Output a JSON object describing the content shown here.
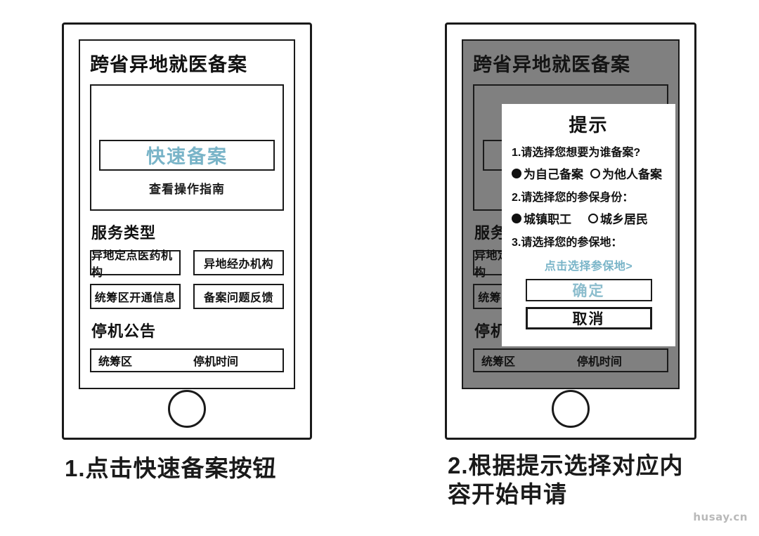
{
  "colors": {
    "accent_teal": "#79b4c8",
    "ink": "#1a1a1a",
    "overlay_gray": "#808080",
    "watermark": "#b9b9b9"
  },
  "watermark": {
    "text": "husay.cn"
  },
  "app": {
    "title": "跨省异地就医备案",
    "quick_filing_button": "快速备案",
    "guide_link": "查看操作指南",
    "service_section_title": "服务类型",
    "service_buttons": [
      "异地定点医药机构",
      "异地经办机构",
      "统筹区开通信息",
      "备案问题反馈"
    ],
    "notice_section_title": "停机公告",
    "notice_columns": [
      "统筹区",
      "停机时间"
    ]
  },
  "dialog": {
    "title": "提示",
    "question1": "1.请选择您想要为谁备案?",
    "q1_options": [
      {
        "label": "为自己备案",
        "selected": true
      },
      {
        "label": "为他人备案",
        "selected": false
      }
    ],
    "question2": "2.请选择您的参保身份：",
    "q2_options": [
      {
        "label": "城镇职工",
        "selected": true
      },
      {
        "label": "城乡居民",
        "selected": false
      }
    ],
    "question3": "3.请选择您的参保地：",
    "place_link": "点击选择参保地>",
    "confirm_button": "确定",
    "cancel_button": "取消"
  },
  "captions": {
    "step1": "1.点击快速备案按钮",
    "step2": "2.根据提示选择对应内容开始申请"
  }
}
